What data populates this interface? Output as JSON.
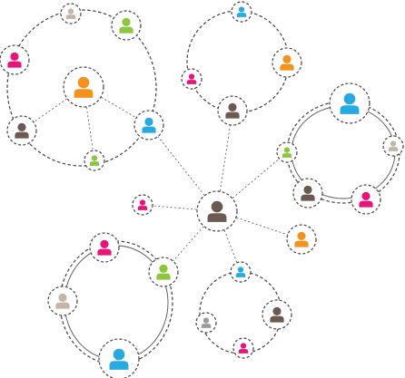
{
  "diagram": {
    "type": "network",
    "icon": "person-icon",
    "colors": {
      "brown": "#6b5a52",
      "orange": "#f5921e",
      "blue": "#27a9e1",
      "green": "#8cc63f",
      "pink": "#e6157a",
      "beige": "#c4b6a6",
      "gray": "#9b9b9b",
      "ring": "#444444"
    },
    "hub": {
      "id": "center",
      "color": "brown"
    },
    "groups": [
      {
        "id": "group-top-left",
        "members": [
          "tl-hub",
          "tl-a",
          "tl-b",
          "tl-c",
          "tl-d",
          "tl-e",
          "tl-f"
        ]
      },
      {
        "id": "group-top-center",
        "members": [
          "tc-a",
          "tc-b",
          "tc-c",
          "tc-d"
        ]
      },
      {
        "id": "group-right",
        "members": [
          "r-a",
          "r-b",
          "r-c",
          "r-d",
          "r-e"
        ]
      },
      {
        "id": "group-bottom-left",
        "members": [
          "bl-a",
          "bl-b",
          "bl-c",
          "bl-d"
        ]
      },
      {
        "id": "group-bottom-right",
        "members": [
          "br-a",
          "br-b",
          "br-c",
          "br-d"
        ]
      }
    ],
    "nodes": [
      {
        "id": "center",
        "color": "brown",
        "size": "large"
      },
      {
        "id": "tl-hub",
        "color": "orange",
        "size": "large"
      },
      {
        "id": "tl-a",
        "color": "beige",
        "size": "small"
      },
      {
        "id": "tl-b",
        "color": "green",
        "size": "medium"
      },
      {
        "id": "tl-c",
        "color": "pink",
        "size": "medium"
      },
      {
        "id": "tl-d",
        "color": "brown",
        "size": "medium"
      },
      {
        "id": "tl-e",
        "color": "green",
        "size": "small"
      },
      {
        "id": "tl-f",
        "color": "blue",
        "size": "medium"
      },
      {
        "id": "tc-a",
        "color": "blue",
        "size": "small"
      },
      {
        "id": "tc-b",
        "color": "pink",
        "size": "small"
      },
      {
        "id": "tc-c",
        "color": "orange",
        "size": "medium"
      },
      {
        "id": "tc-d",
        "color": "brown",
        "size": "medium"
      },
      {
        "id": "r-a",
        "color": "blue",
        "size": "large"
      },
      {
        "id": "r-b",
        "color": "green",
        "size": "small"
      },
      {
        "id": "r-c",
        "color": "beige",
        "size": "small"
      },
      {
        "id": "r-d",
        "color": "brown",
        "size": "medium"
      },
      {
        "id": "r-e",
        "color": "pink",
        "size": "medium"
      },
      {
        "id": "lone-pink",
        "color": "pink",
        "size": "small"
      },
      {
        "id": "lone-orange",
        "color": "orange",
        "size": "medium"
      },
      {
        "id": "bl-a",
        "color": "pink",
        "size": "medium"
      },
      {
        "id": "bl-b",
        "color": "green",
        "size": "medium"
      },
      {
        "id": "bl-c",
        "color": "beige",
        "size": "medium"
      },
      {
        "id": "bl-d",
        "color": "blue",
        "size": "large"
      },
      {
        "id": "br-a",
        "color": "blue",
        "size": "small"
      },
      {
        "id": "br-b",
        "color": "gray",
        "size": "small"
      },
      {
        "id": "br-c",
        "color": "brown",
        "size": "medium"
      },
      {
        "id": "br-d",
        "color": "pink",
        "size": "small"
      }
    ],
    "links": [
      [
        "center",
        "tl-f"
      ],
      [
        "center",
        "tc-d"
      ],
      [
        "center",
        "r-b"
      ],
      [
        "center",
        "lone-pink"
      ],
      [
        "center",
        "lone-orange"
      ],
      [
        "center",
        "bl-b"
      ],
      [
        "center",
        "br-a"
      ],
      [
        "tl-hub",
        "tl-d"
      ],
      [
        "tl-hub",
        "tl-e"
      ],
      [
        "tl-hub",
        "tl-f"
      ]
    ]
  }
}
